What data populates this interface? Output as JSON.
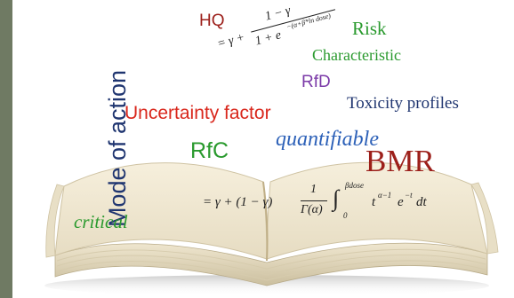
{
  "colors": {
    "frame": "#6f7a63",
    "red": "#d9271c",
    "darkred": "#9c1f1a",
    "green": "#2a9a2e",
    "navy": "#1f3570",
    "purple": "#7b3aa8",
    "blue": "#2d61b8"
  },
  "words": {
    "hq": "HQ",
    "risk": "Risk",
    "characteristic": "Characteristic",
    "rfd": "RfD",
    "toxicity": "Toxicity profiles",
    "mode_of_action": "Mode of action",
    "uncertainty": "Uncertainty factor",
    "quantifiable": "quantifiable",
    "rfc": "RfC",
    "bmr": "BMR",
    "critical": "critical"
  },
  "formula1": {
    "lead": "= γ +",
    "numerator": "1 − γ",
    "denominator": "1 + e",
    "exponent": "−(α+β*ln dose)"
  },
  "formula2": {
    "lead": "= γ + (1 − γ)",
    "frac_num": "1",
    "frac_den": "Γ(α)",
    "integral": "∫",
    "upper": "βdose",
    "lower": "0",
    "integrand": "t",
    "pow1": "α−1",
    "e": "e",
    "pow2": "−t",
    "dt": "dt"
  }
}
